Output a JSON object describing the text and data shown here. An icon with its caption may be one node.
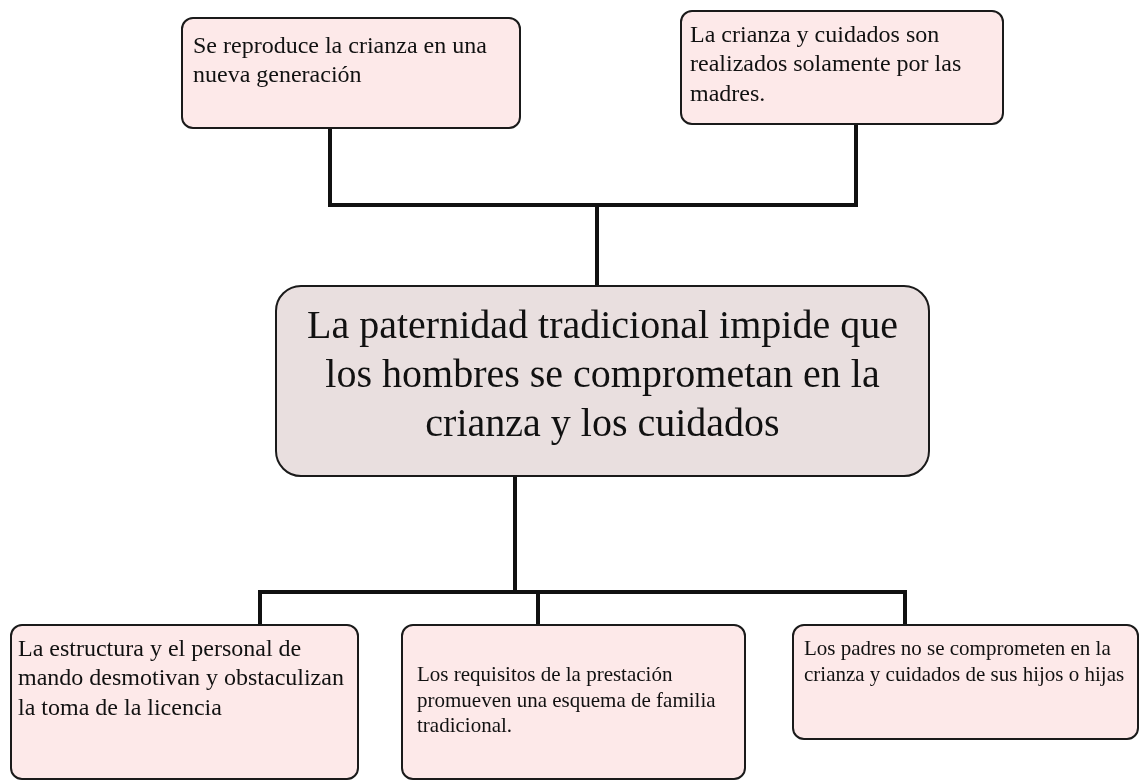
{
  "diagram": {
    "nodes": [
      {
        "text": [
          "Se reproduce la crianza en una nueva generación"
        ]
      },
      {
        "text": [
          "La crianza y cuidados son realizados solamente por las madres."
        ]
      },
      {
        "text": [
          "La paternidad tradicional impide que los hombres se comprometan en la crianza y los cuidados"
        ]
      },
      {
        "text": [
          "La estructura y el personal de mando desmotivan y obstaculizan la toma de la licencia"
        ]
      },
      {
        "text": [
          "Los requisitos de la prestación promueven una esquema de familia tradicional."
        ]
      },
      {
        "text": [
          "Los padres no se comprometen en la crianza y cuidados de sus hijos o hijas"
        ]
      }
    ],
    "edges": [
      {
        "from": 2,
        "to": 0,
        "arrow": "none"
      },
      {
        "from": 2,
        "to": 1,
        "arrow": "none"
      },
      {
        "from": 2,
        "to": 3,
        "arrow": "none"
      },
      {
        "from": 2,
        "to": 4,
        "arrow": "none"
      },
      {
        "from": 2,
        "to": 5,
        "arrow": "none"
      }
    ]
  }
}
